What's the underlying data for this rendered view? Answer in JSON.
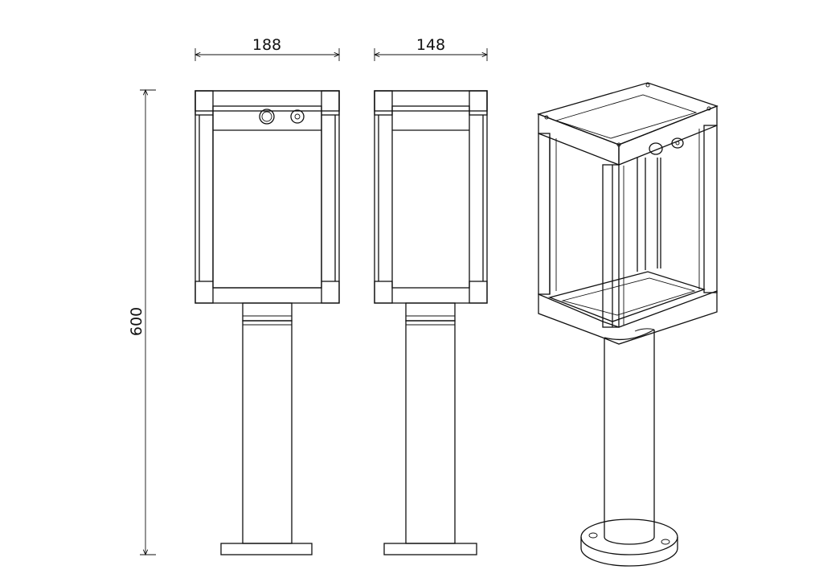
{
  "dimensions": {
    "front_width": "188",
    "side_width": "148",
    "height": "600"
  },
  "colors": {
    "line": "#111111",
    "background": "#ffffff"
  }
}
